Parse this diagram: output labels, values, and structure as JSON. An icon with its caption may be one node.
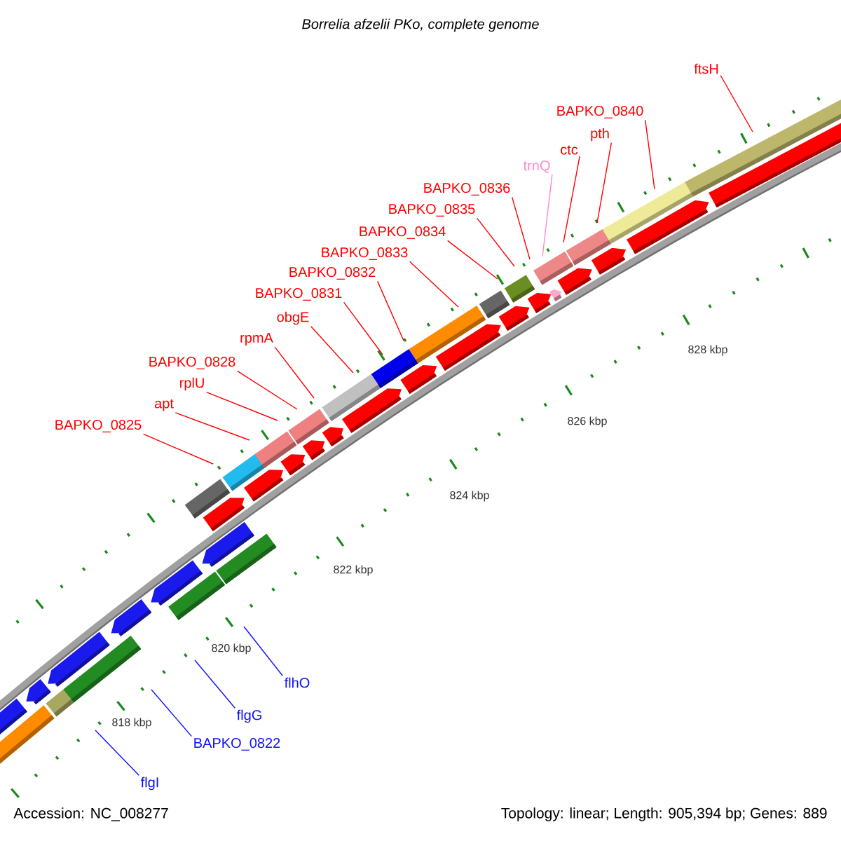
{
  "diagram": {
    "title": "Borrelia afzelii PKo, complete genome",
    "nodes": [
      {
        "text": [
          "BAPKO_0825"
        ]
      },
      {
        "text": [
          "apt"
        ]
      },
      {
        "text": [
          "rplU"
        ]
      },
      {
        "text": [
          "BAPKO_0828"
        ]
      },
      {
        "text": [
          "rpmA"
        ]
      },
      {
        "text": [
          "obgE"
        ]
      },
      {
        "text": [
          "BAPKO_0831"
        ]
      },
      {
        "text": [
          "BAPKO_0832"
        ]
      },
      {
        "text": [
          "BAPKO_0833"
        ]
      },
      {
        "text": [
          "BAPKO_0834"
        ]
      },
      {
        "text": [
          "BAPKO_0835"
        ]
      },
      {
        "text": [
          "BAPKO_0836"
        ]
      },
      {
        "text": [
          "trnQ"
        ]
      },
      {
        "text": [
          "ctc"
        ]
      },
      {
        "text": [
          "pth"
        ]
      },
      {
        "text": [
          "BAPKO_0840"
        ]
      },
      {
        "text": [
          "ftsH"
        ]
      },
      {
        "text": [
          "flhO"
        ]
      },
      {
        "text": [
          "flgG"
        ]
      },
      {
        "text": [
          "BAPKO_0822"
        ]
      },
      {
        "text": [
          "flgI"
        ]
      }
    ],
    "edges": [
      {
        "from": 0,
        "to": null,
        "arrow": "none"
      },
      {
        "from": 1,
        "to": null,
        "arrow": "none"
      },
      {
        "from": 2,
        "to": null,
        "arrow": "none"
      },
      {
        "from": 3,
        "to": null,
        "arrow": "none"
      },
      {
        "from": 4,
        "to": null,
        "arrow": "none"
      },
      {
        "from": 5,
        "to": null,
        "arrow": "none"
      },
      {
        "from": 6,
        "to": null,
        "arrow": "none"
      },
      {
        "from": 7,
        "to": null,
        "arrow": "none"
      },
      {
        "from": 8,
        "to": null,
        "arrow": "none"
      },
      {
        "from": 9,
        "to": null,
        "arrow": "none"
      },
      {
        "from": 10,
        "to": null,
        "arrow": "none"
      },
      {
        "from": 11,
        "to": null,
        "arrow": "none"
      },
      {
        "from": 12,
        "to": null,
        "arrow": "none",
        "color": "#ff88cc"
      },
      {
        "from": 13,
        "to": null,
        "arrow": "none"
      },
      {
        "from": 14,
        "to": null,
        "arrow": "none"
      },
      {
        "from": 15,
        "to": null,
        "arrow": "none"
      },
      {
        "from": 16,
        "to": null,
        "arrow": "none"
      },
      {
        "from": 17,
        "to": null,
        "arrow": "none",
        "color": "#1010ff"
      },
      {
        "from": 18,
        "to": null,
        "arrow": "none",
        "color": "#1010ff"
      },
      {
        "from": 19,
        "to": null,
        "arrow": "none",
        "color": "#1010ff"
      },
      {
        "from": 20,
        "to": null,
        "arrow": "none",
        "color": "#1010ff"
      }
    ],
    "labels": [
      "828 kbp",
      "826 kbp",
      "824 kbp",
      "822 kbp",
      "820 kbp",
      "818 kbp",
      "Accession: NC_008277",
      "Topology: linear; Length: 905,394 bp; Genes: 889"
    ]
  }
}
